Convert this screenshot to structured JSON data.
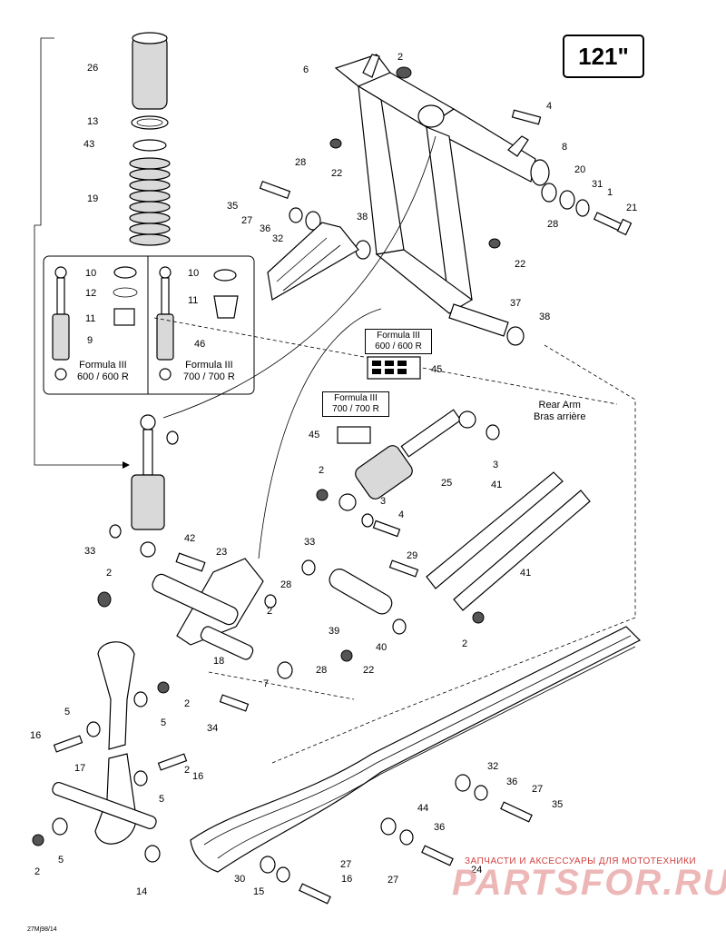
{
  "size_label": "121\"",
  "diagram_code": "27Mj98/14",
  "watermark": {
    "ru_text": "ЗАПЧАСТИ И АКСЕССУАРЫ ДЛЯ МОТОТЕХНИКИ",
    "brand": "PARTSFOR.RU"
  },
  "formula_labels": [
    "Formula III\n600 / 600 R",
    "Formula III\n700 / 700 R"
  ],
  "formula_box_1": [
    "Formula III",
    "600 / 600 R"
  ],
  "formula_box_2": [
    "Formula III",
    "700 / 700 R"
  ],
  "inset_1": [
    "Formula III",
    "600 / 600 R"
  ],
  "inset_2": [
    "Formula III",
    "700 / 700 R"
  ],
  "rear_arm": [
    "Rear Arm",
    "Bras arrière"
  ],
  "callouts": [
    "26",
    "13",
    "43",
    "19",
    "10",
    "12",
    "11",
    "9",
    "10",
    "11",
    "46",
    "6",
    "2",
    "4",
    "8",
    "20",
    "31",
    "1",
    "21",
    "28",
    "22",
    "35",
    "27",
    "36",
    "32",
    "38",
    "28",
    "22",
    "37",
    "38",
    "45",
    "45",
    "3",
    "2",
    "3",
    "4",
    "25",
    "41",
    "41",
    "33",
    "42",
    "23",
    "28",
    "2",
    "2",
    "33",
    "29",
    "39",
    "40",
    "2",
    "28",
    "22",
    "18",
    "7",
    "34",
    "2",
    "5",
    "16",
    "5",
    "2",
    "17",
    "16",
    "5",
    "5",
    "2",
    "14",
    "32",
    "36",
    "27",
    "35",
    "44",
    "36",
    "24",
    "27",
    "16",
    "30",
    "15",
    "27"
  ]
}
